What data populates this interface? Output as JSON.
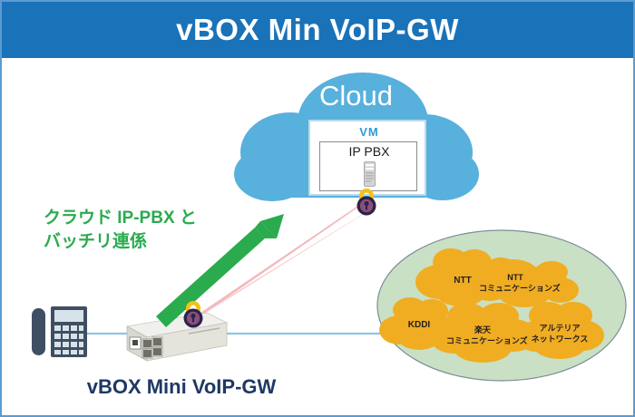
{
  "header": {
    "title": "vBOX Min VoIP-GW",
    "background": "#1a72b8",
    "text_color": "#ffffff"
  },
  "cloud": {
    "label": "Cloud",
    "color": "#58b0dc",
    "vm_label": "VM",
    "vm_label_color": "#2e9cd6",
    "ippbx_label": "IP PBX",
    "server_icon": "server-tower-icon"
  },
  "annotations": {
    "green_line1": "クラウド IP-PBX と",
    "green_line2": "バッチリ連係",
    "green_color": "#2aab4e",
    "bottom_caption": "vBOX Mini VoIP-GW",
    "bottom_caption_color": "#1f3864"
  },
  "devices": {
    "phone": "ip-phone-icon",
    "gateway": "vbox-mini-device",
    "lock_top": "padlock-icon",
    "lock_bottom": "padlock-icon"
  },
  "links": {
    "vpn_tunnel_color": "#f2b8bc",
    "arrow_color": "#2aab4e",
    "lan_line_color": "#8fc4e3"
  },
  "carriers": {
    "ellipse_color": "#c9e0c4",
    "ellipse_border": "#7a8f99",
    "bubble_color": "#f0ad22",
    "items": [
      {
        "lines": [
          "NTT"
        ]
      },
      {
        "lines": [
          "NTT",
          "コミュニケーションズ"
        ]
      },
      {
        "lines": [
          "KDDI"
        ]
      },
      {
        "lines": [
          "楽天",
          "コミュニケーションズ"
        ]
      },
      {
        "lines": [
          "アルテリア",
          "ネットワークス"
        ]
      }
    ]
  }
}
